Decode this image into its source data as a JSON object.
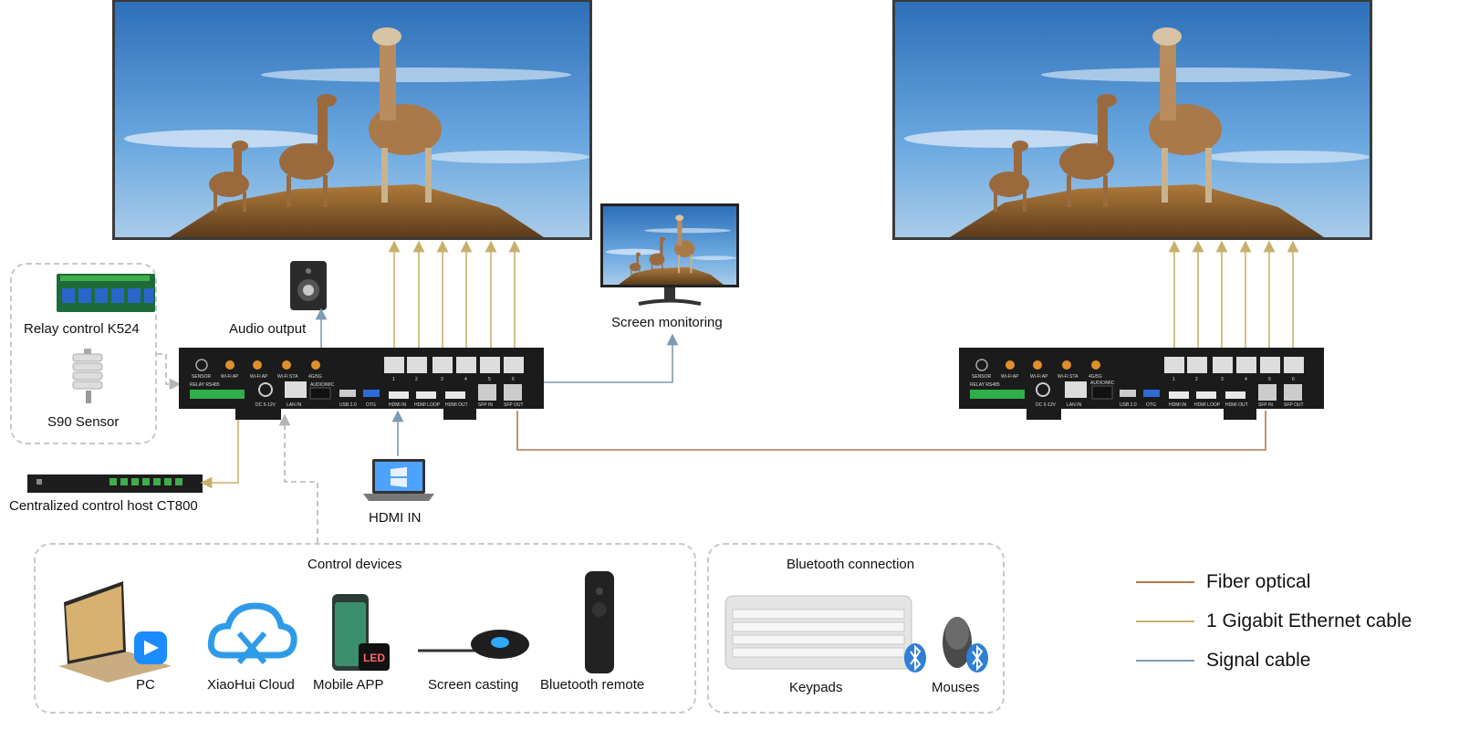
{
  "devices": {
    "relay": "Relay control K524",
    "sensor": "S90 Sensor",
    "audio": "Audio output",
    "monitor": "Screen monitoring",
    "hdmi": "HDMI IN",
    "host": "Centralized control host CT800"
  },
  "control_group": {
    "title": "Control devices",
    "items": [
      "PC",
      "XiaoHui Cloud",
      "Mobile APP",
      "Screen casting",
      "Bluetooth remote"
    ]
  },
  "bluetooth_group": {
    "title": "Bluetooth connection",
    "items": [
      "Keypads",
      "Mouses"
    ]
  },
  "legend": {
    "items": [
      {
        "label": "Fiber optical",
        "color": "#b07a4f"
      },
      {
        "label": "1 Gigabit Ethernet cable",
        "color": "#c9b06a"
      },
      {
        "label": "Signal cable",
        "color": "#7c9bb3"
      }
    ]
  },
  "panel_labels": {
    "sensor": "SENSOR",
    "wifi_ap_1": "Wi-Fi AP",
    "wifi_ap_2": "Wi-Fi AP",
    "wifi_sta": "Wi-Fi STA",
    "fourg": "4G/5G",
    "relay_rs": "RELAY  RS485",
    "dc": "DC 5-12V",
    "lan_in": "LAN IN",
    "audio": "AUDIO/MIC",
    "usb": "USB 2.0",
    "otg": "OTG",
    "hdmi_in": "HDMI IN",
    "hdmi_loop": "HDMI LOOP",
    "hdmi_out": "HDMI OUT",
    "sfp_in": "SFP IN",
    "sfp_out": "SFP OUT",
    "ports": [
      "1",
      "2",
      "3",
      "4",
      "5",
      "6"
    ]
  },
  "icons": [
    "screen-left",
    "screen-right",
    "speaker-icon",
    "monitor-icon",
    "laptop-icon",
    "relay-board-icon",
    "sensor-icon",
    "host-icon",
    "pc-laptop-icon",
    "cloud-icon",
    "phone-icon",
    "cast-dongle-icon",
    "remote-icon",
    "keyboard-icon",
    "mouse-icon",
    "bluetooth-icon"
  ]
}
